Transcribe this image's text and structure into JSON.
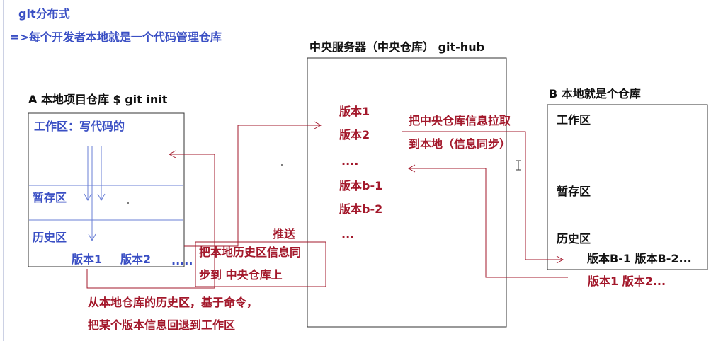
{
  "title": "git分布式",
  "subtitle": "=>每个开发者本地就是一个代码管理仓库",
  "central": {
    "label": "中央服务器（中央仓库） git-hub",
    "versions": [
      "版本1",
      "版本2",
      "....",
      "版本b-1",
      "版本b-2",
      "..."
    ]
  },
  "local_a": {
    "label": "A   本地项目仓库  $ git init",
    "workspace": "工作区：写代码的",
    "staging": "暂存区",
    "history": "历史区",
    "versions": [
      "版本1",
      "版本2",
      "....."
    ]
  },
  "local_b": {
    "label": "B 本地就是个仓库",
    "workspace": "工作区",
    "staging": "暂存区",
    "history": "历史区",
    "versions": "版本B-1  版本B-2...",
    "pulled_versions": "版本1  版本2..."
  },
  "annotations": {
    "push": "推送",
    "push_desc_1": "把本地历史区信息同",
    "push_desc_2": "步到 中央仓库上",
    "pull_desc_1": "把中央仓库信息拉取",
    "pull_desc_2": "到本地（信息同步）",
    "rollback_1": "从本地仓库的历史区，基于命令，",
    "rollback_2": "把某个版本信息回退到工作区"
  },
  "colors": {
    "heading_blue": "#3a4fc4",
    "annotation_red": "#a3182b",
    "box_line": "#333333",
    "divider_blue": "#6a7fd6"
  }
}
